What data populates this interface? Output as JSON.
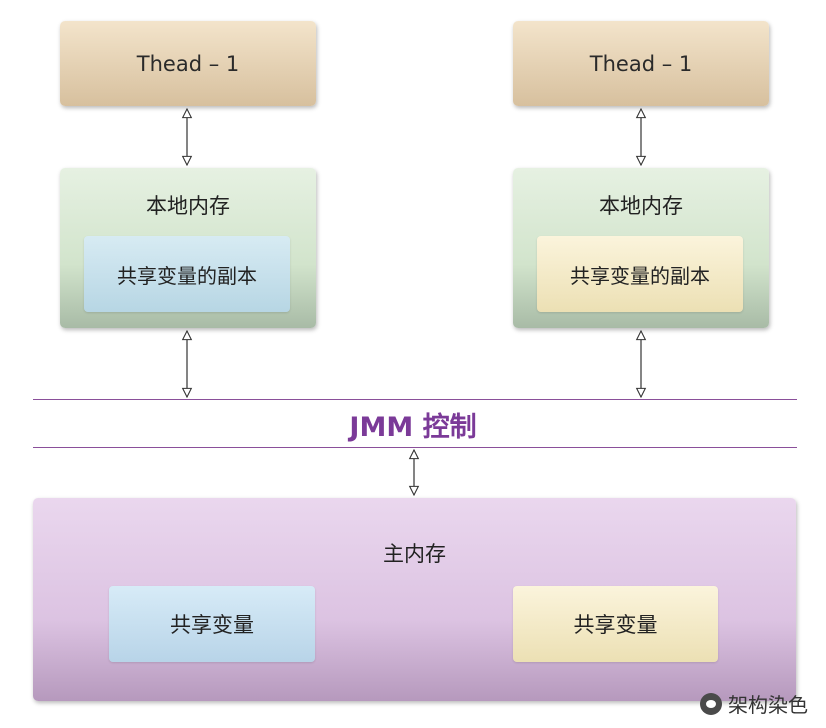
{
  "diagram": {
    "threads": [
      {
        "label": "Thead – 1",
        "local_memory_title": "本地内存",
        "copy_label": "共享变量的副本"
      },
      {
        "label": "Thead – 1",
        "local_memory_title": "本地内存",
        "copy_label": "共享变量的副本"
      }
    ],
    "jmm_label": "JMM 控制",
    "main_memory": {
      "title": "主内存",
      "variables": [
        "共享变量",
        "共享变量"
      ]
    },
    "watermark": "架构染色"
  },
  "colors": {
    "jmm_line": "#8a4f9a",
    "jmm_text": "#7b3a98",
    "thread_box": "#e8d6b8",
    "local_memory_box": "#d2e4cc",
    "main_memory_box": "#dcc3e2",
    "copy_blue": "#c4dfec",
    "copy_yellow": "#f2e8c4"
  }
}
